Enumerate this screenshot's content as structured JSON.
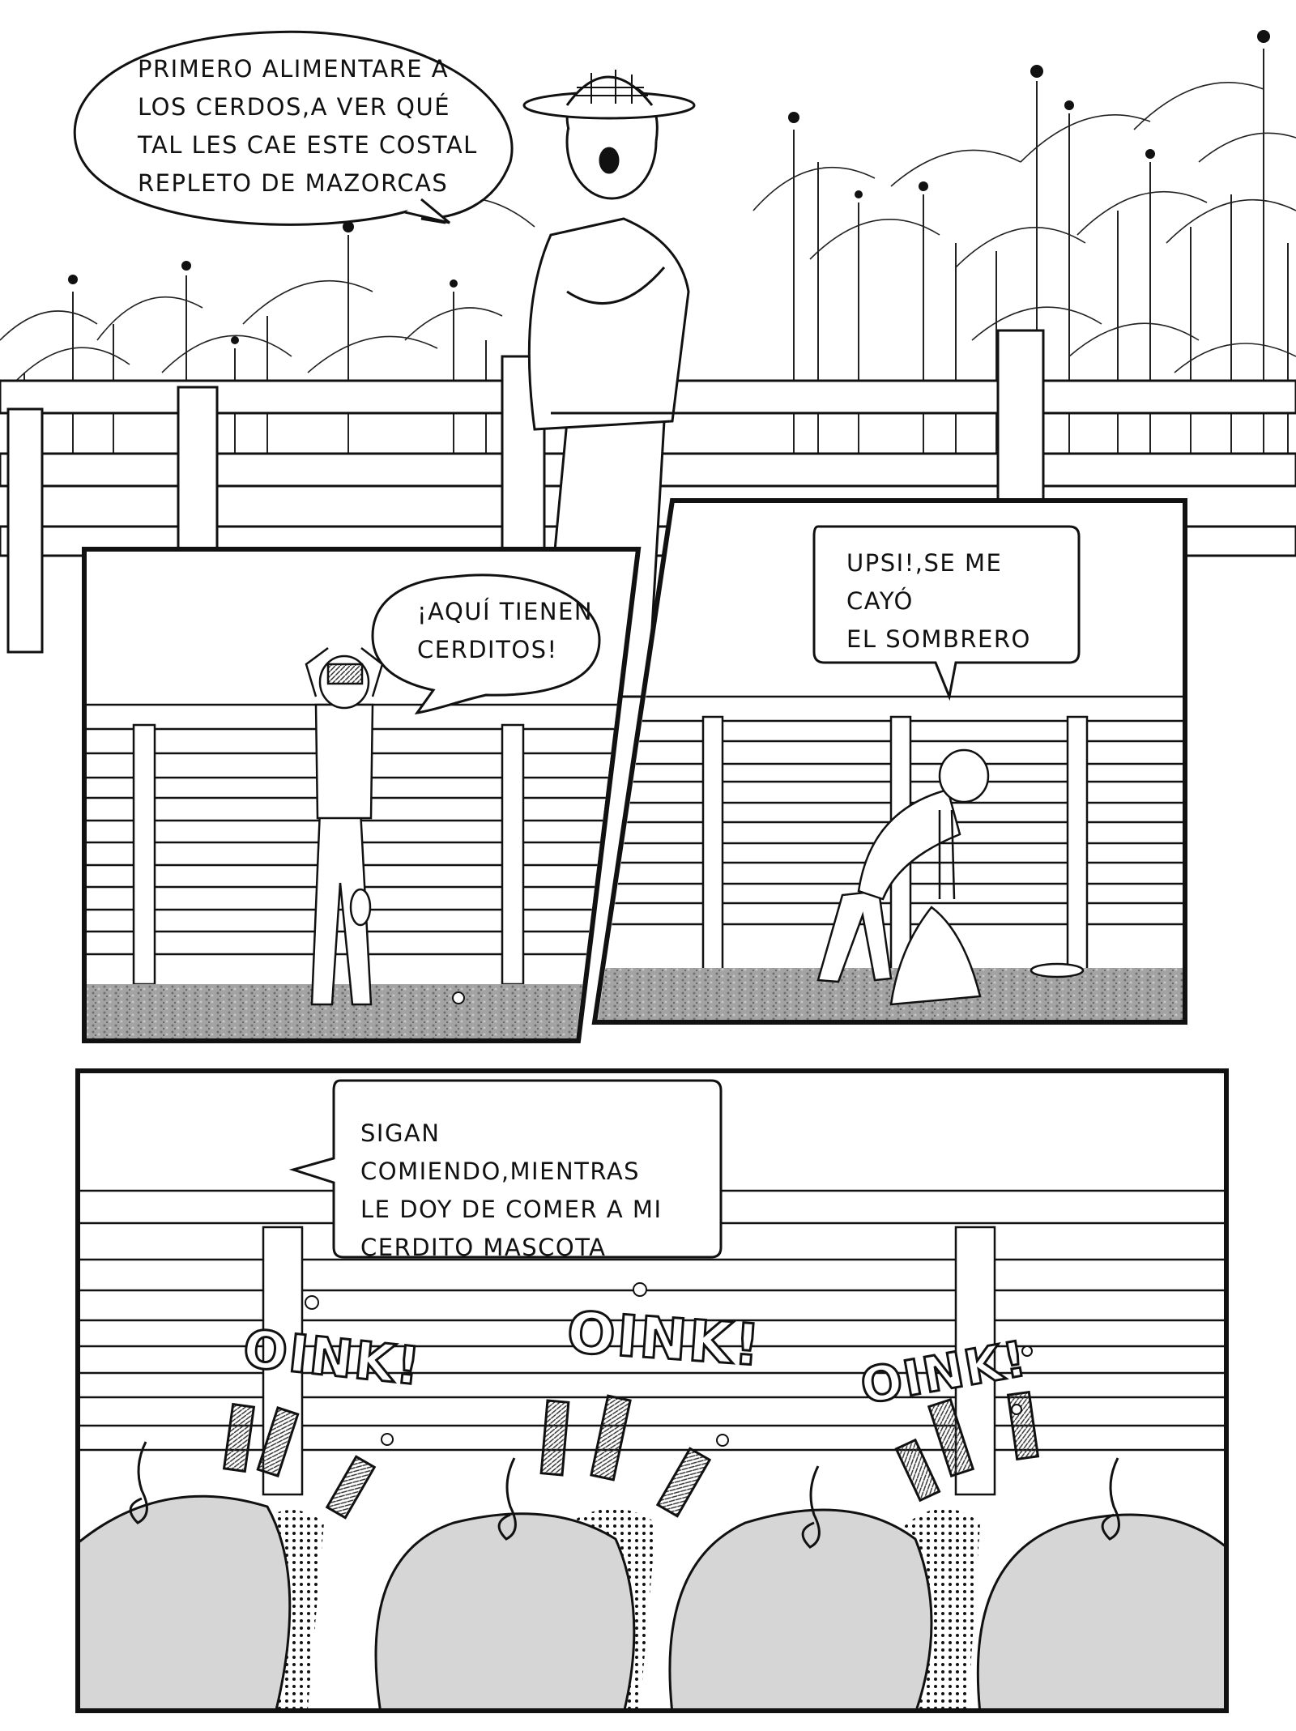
{
  "panels": [
    {
      "id": "panel-1",
      "balloon": "PRIMERO ALIMENTARE A\nLOS CERDOS,A VER QUÉ\nTAL LES CAE ESTE COSTAL\nREPLETO DE MAZORCAS"
    },
    {
      "id": "panel-2",
      "balloon": "¡AQUÍ TIENEN\nCERDITOS!"
    },
    {
      "id": "panel-3",
      "balloon": "UPSI!,SE ME CAYÓ\nEL SOMBRERO"
    },
    {
      "id": "panel-4",
      "balloon": "SIGAN COMIENDO,MIENTRAS\nLE DOY DE COMER A MI\nCERDITO MASCOTA",
      "sound_effects": [
        "OINK!",
        "OINK!",
        "OINK!"
      ]
    }
  ],
  "colors": {
    "ink": "#111111",
    "paper": "#ffffff",
    "ground": "#9a9a9a",
    "pig": "#d6d6d6"
  }
}
